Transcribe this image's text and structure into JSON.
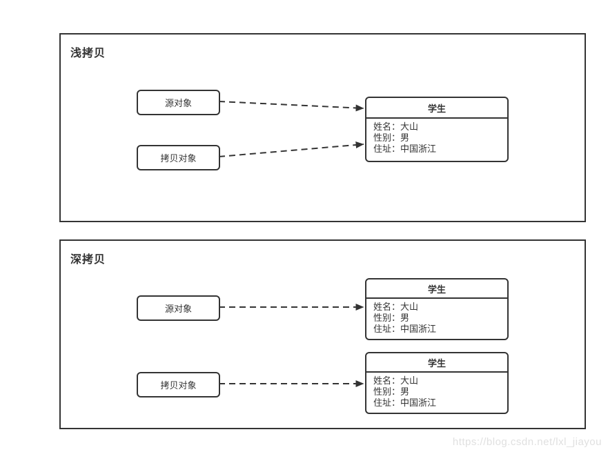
{
  "watermark": {
    "text": "https://blog.csdn.net/lxl_jiayou"
  },
  "colors": {
    "line": "#333333",
    "text": "#333333",
    "watermark_text": "#e0e0e0",
    "background": "#ffffff"
  },
  "diagram": {
    "shallow": {
      "title": "浅拷贝",
      "source_label": "源对象",
      "copy_label": "拷贝对象",
      "student": {
        "title": "学生",
        "name": "姓名：大山",
        "gender": "性别：男",
        "address": "住址：中国浙江"
      }
    },
    "deep": {
      "title": "深拷贝",
      "source_label": "源对象",
      "copy_label": "拷贝对象",
      "student_source": {
        "title": "学生",
        "name": "姓名：大山",
        "gender": "性别：男",
        "address": "住址：中国浙江"
      },
      "student_copy": {
        "title": "学生",
        "name": "姓名：大山",
        "gender": "性别：男",
        "address": "住址：中国浙江"
      }
    }
  }
}
